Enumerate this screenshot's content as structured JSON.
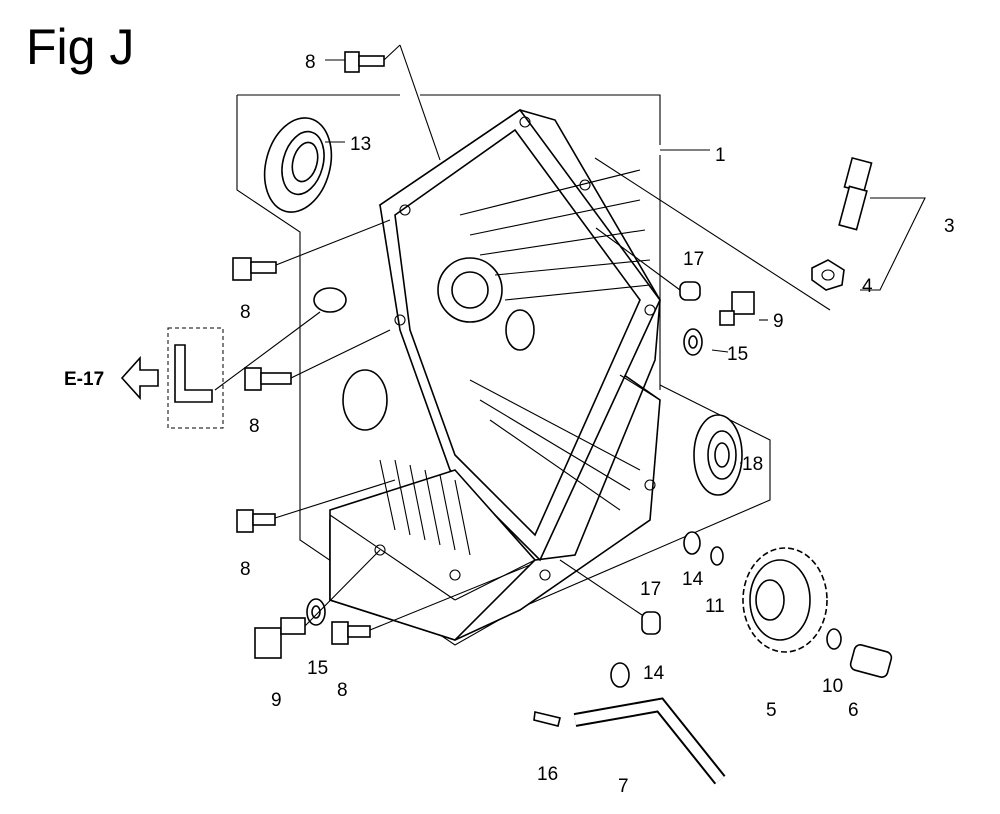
{
  "figure": {
    "title": "Fig J"
  },
  "reference": {
    "label": "E-17"
  },
  "callouts": [
    {
      "id": "c-8a",
      "number": "8"
    },
    {
      "id": "c-13",
      "number": "13"
    },
    {
      "id": "c-1",
      "number": "1"
    },
    {
      "id": "c-3",
      "number": "3"
    },
    {
      "id": "c-4",
      "number": "4"
    },
    {
      "id": "c-17a",
      "number": "17"
    },
    {
      "id": "c-8b",
      "number": "8"
    },
    {
      "id": "c-9a",
      "number": "9"
    },
    {
      "id": "c-15a",
      "number": "15"
    },
    {
      "id": "c-8c",
      "number": "8"
    },
    {
      "id": "c-18",
      "number": "18"
    },
    {
      "id": "c-8d",
      "number": "8"
    },
    {
      "id": "c-17b",
      "number": "17"
    },
    {
      "id": "c-14a",
      "number": "14"
    },
    {
      "id": "c-11",
      "number": "11"
    },
    {
      "id": "c-9b",
      "number": "9"
    },
    {
      "id": "c-15b",
      "number": "15"
    },
    {
      "id": "c-8e",
      "number": "8"
    },
    {
      "id": "c-14b",
      "number": "14"
    },
    {
      "id": "c-10",
      "number": "10"
    },
    {
      "id": "c-6",
      "number": "6"
    },
    {
      "id": "c-5",
      "number": "5"
    },
    {
      "id": "c-16",
      "number": "16"
    },
    {
      "id": "c-7",
      "number": "7"
    }
  ]
}
